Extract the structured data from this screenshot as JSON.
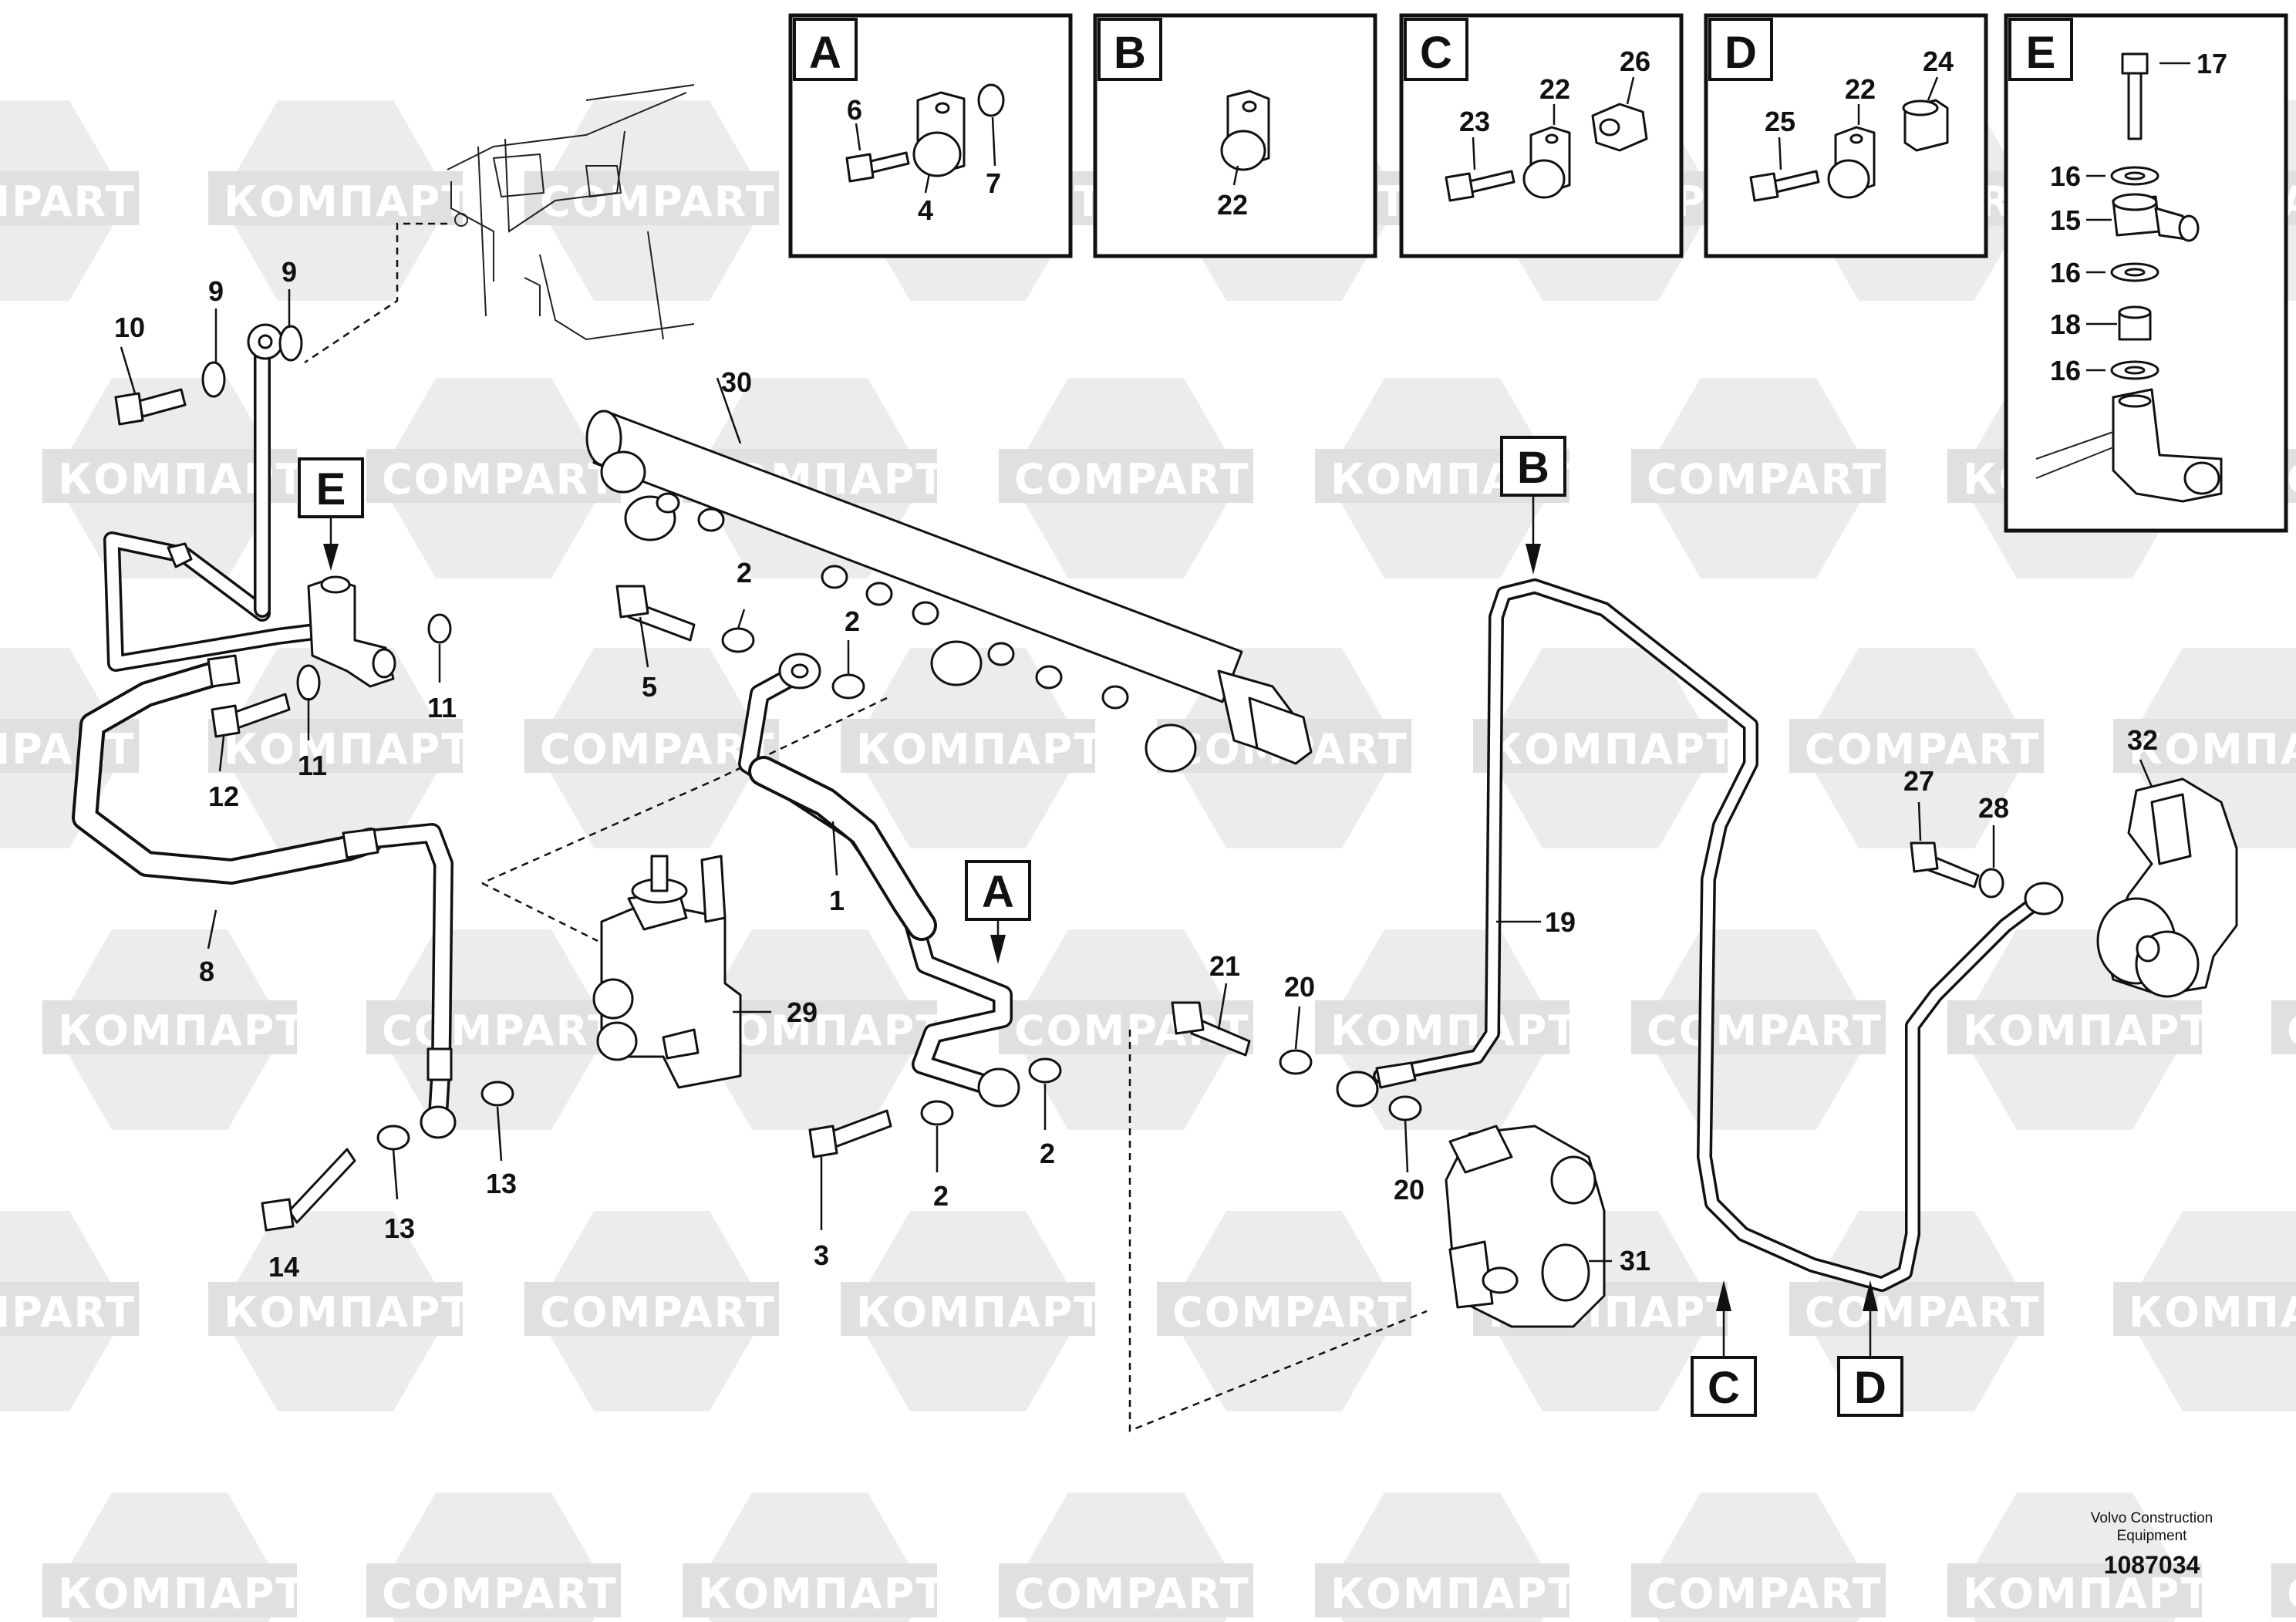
{
  "watermarks": {
    "latin": "COMPART",
    "cyrillic": "КОМПАРТ"
  },
  "detail_boxes": [
    "A",
    "B",
    "C",
    "D",
    "E"
  ],
  "detail_parts": {
    "A": [
      "6",
      "4",
      "7"
    ],
    "B": [
      "22"
    ],
    "C": [
      "23",
      "22",
      "26"
    ],
    "D": [
      "25",
      "22",
      "24"
    ],
    "E": [
      "17",
      "16",
      "15",
      "16",
      "18",
      "16"
    ]
  },
  "pointer_labels": [
    "E",
    "B",
    "A",
    "C",
    "D"
  ],
  "callouts": {
    "n30": "30",
    "n10": "10",
    "n9a": "9",
    "n9b": "9",
    "n2a": "2",
    "n2b": "2",
    "n5": "5",
    "n11a": "11",
    "n11b": "11",
    "n12": "12",
    "n8": "8",
    "n1": "1",
    "n29": "29",
    "n13a": "13",
    "n13b": "13",
    "n14": "14",
    "n3": "3",
    "n2c": "2",
    "n2d": "2",
    "n21": "21",
    "n20a": "20",
    "n20b": "20",
    "n19": "19",
    "n31": "31",
    "n27": "27",
    "n28": "28",
    "n32": "32"
  },
  "footer": {
    "line1": "Volvo Construction",
    "line2": "Equipment",
    "number": "1087034"
  },
  "colors": {
    "ink": "#111111",
    "watermark": "#dcdcdc",
    "background": "#ffffff"
  }
}
